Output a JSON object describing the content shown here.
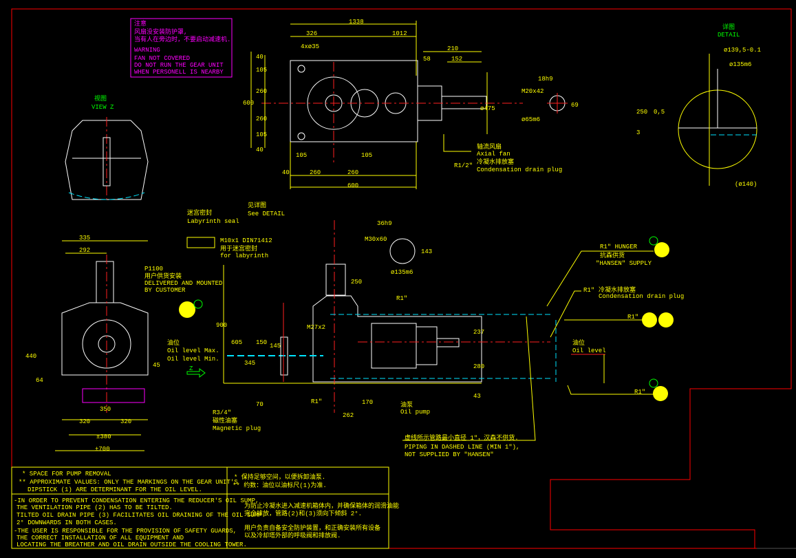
{
  "colors": {
    "background": "#000000",
    "frame": "#ff0000",
    "dimension": "#ffff00",
    "outline": "#ffffff",
    "warning": "#ff00ff",
    "label": "#00ff00",
    "hidden": "#00e5ff",
    "center": "#ff2020"
  },
  "warning": {
    "title_cn": "注意",
    "line1_cn": "风扇没安装防护罩,",
    "line2_cn": "当有人在旁边时，不要启动减速机.",
    "title_en": "WARNING",
    "line1_en": "FAN NOT COVERED",
    "line2_en": "DO NOT RUN THE GEAR UNIT",
    "line3_en": "WHEN PERSONELL IS NEARBY"
  },
  "view_z": {
    "title_cn": "视图",
    "title_en": "VIEW Z"
  },
  "detail": {
    "title_cn": "详图",
    "title_en": "DETAIL",
    "d1": "ø139,5-0.1",
    "d2": "ø135m6",
    "d3": "(ø140)",
    "v250": "250",
    "v05": "0,5",
    "v3": "3"
  },
  "top_view": {
    "dims": [
      "1338",
      "326",
      "1012",
      "4xø35",
      "210",
      "58",
      "152",
      "40",
      "105",
      "260",
      "600",
      "260",
      "105",
      "40",
      "ø475",
      "105",
      "40",
      "260",
      "260",
      "105",
      "600"
    ],
    "fan_cn": "轴流风扇",
    "fan_en": "Axial fan",
    "drain_code": "R1/2\"",
    "drain_cn": "冷凝水排放塞",
    "drain_en": "Condensation drain plug"
  },
  "shaft": {
    "key": "18h9",
    "thread": "M20x42",
    "dia": "ø65m6",
    "h": "69"
  },
  "side_view": {
    "labyrinth_cn": "迷宫密封",
    "labyrinth_en": "Labyrinth seal",
    "see_detail_cn": "见详图",
    "see_detail_en": "See DETAIL",
    "nipple": "M10x1   DIN71412",
    "for_lab_cn": "用于迷宫密封",
    "for_lab_en": "for labyrinth",
    "p_cn": "P1100",
    "cust_cn": "用户供货安装",
    "cust1": "DELIVERED AND MOUNTED",
    "cust2": "BY CUSTOMER",
    "oil_cn": "油位",
    "oil_max": "Oil level Max.",
    "oil_min": "Oil level Min.",
    "z": "Z",
    "key2": "36h9",
    "thread2": "M30x60",
    "dia2": "ø135m6",
    "h2": "143",
    "m27": "M27x2",
    "r1a": "R1\"",
    "r1b": "R1\"",
    "r34": "R3/4\"",
    "mag_cn": "磁性油塞",
    "mag_en": "Magnetic plug",
    "pump_cn": "油泵",
    "pump_en": "Oil pump",
    "dims": [
      "900",
      "605",
      "150",
      "145",
      "345",
      "70",
      "250",
      "170",
      "262",
      "237",
      "280",
      "43"
    ]
  },
  "front_view": {
    "dims": [
      "335",
      "292",
      "440",
      "64",
      "45",
      "350",
      "320",
      "320",
      "±380",
      "±700"
    ]
  },
  "piping": {
    "hunger": "R1\" HUNGER",
    "supply_cn": "抗森供货",
    "supply_en": "\"HANSEN\" SUPPLY",
    "cdrain_code": "R1\"",
    "cdrain_cn": "冷凝水排放塞",
    "cdrain_en": "Condensation drain plug",
    "r1c": "R1\"",
    "r1d": "R1\"",
    "oil_cn": "油位",
    "oil_en": "Oil level",
    "note_cn": "虚线所示管路最小直径 1\"，汉森不供货.",
    "note1": "PIPING IN DASHED LINE (MIN 1\"),",
    "note2": "NOT SUPPLIED BY \"HANSEN\""
  },
  "notes": {
    "en": [
      "* SPACE FOR PUMP REMOVAL",
      "** APPROXIMATE VALUES: ONLY THE MARKINGS ON THE GEAR UNIT'S",
      "DIPSTICK (1) ARE DETERMINANT FOR THE OIL LEVEL.",
      "-IN ORDER TO PREVENT CONDENSATION ENTERING THE REDUCER'S OIL SUMP,",
      "THE VENTILATION PIPE (2) HAS TO BE TILTED.",
      "TILTED OIL DRAIN PIPE (3) FACILITATES OIL DRAINING OF THE OIL SUMP.",
      "2° DOWNWARDS IN BOTH CASES.",
      "-THE USER IS RESPONSIBLE FOR THE PROVISION OF SAFETY GUARDS,",
      "THE CORRECT INSTALLATION OF ALL EQUIPMENT AND",
      "LOCATING THE BREATHER AND OIL DRAIN OUTSIDE THE COOLING TOWER."
    ],
    "cn": [
      "* 保持足够空间，以便拆卸油泵.",
      "** 约数：油位以油标尺(1)为准.",
      "为防止冷凝水进入减速机箱体内，并确保箱体的润滑油能",
      "完全排放，管路(2)和(3)须向下倾斜 2°.",
      "用户负责自备安全防护装置，和正确安装所有设备",
      "以及冷却塔外部的呼吸阀和排放阀."
    ]
  }
}
